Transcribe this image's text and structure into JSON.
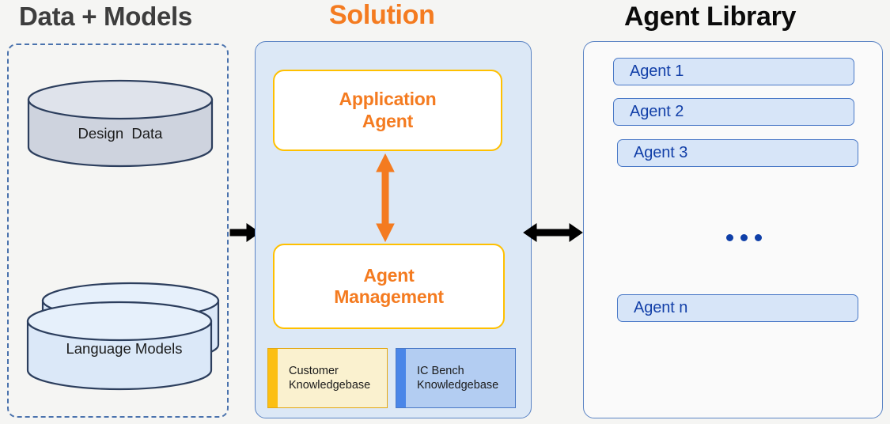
{
  "columns": {
    "data": {
      "title": "Data + Models"
    },
    "solution": {
      "title": "Solution"
    },
    "library": {
      "title": "Agent Library"
    }
  },
  "data_panel": {
    "cylinders": [
      {
        "label": "Design  Data",
        "fill": "#ced3de",
        "stroke": "#2c3e5d",
        "style": "single"
      },
      {
        "label": "Language Models",
        "fill": "#dbe8f8",
        "stroke": "#2c3e5d",
        "style": "stacked"
      }
    ]
  },
  "solution_panel": {
    "background": "#dce8f6",
    "border": "#5b84c4",
    "boxes": [
      {
        "label": "Application\nAgent",
        "text_color": "#f47b20",
        "border_color": "#ffc000"
      },
      {
        "label": "Agent\nManagement",
        "text_color": "#f47b20",
        "border_color": "#ffc000"
      }
    ],
    "connector": {
      "name": "vertical-double-arrow",
      "color": "#f47b20"
    },
    "knowledgebases": [
      {
        "label": "Customer\nKnowledgebase",
        "fill": "#faf1cf",
        "bar_color": "#fcbf12",
        "border_color": "#e3a813"
      },
      {
        "label": "IC Bench\nKnowledgebase",
        "fill": "#b3cdf2",
        "bar_color": "#4a86e8",
        "border_color": "#4a79c7"
      }
    ]
  },
  "library_panel": {
    "background": "#fafafa",
    "border": "#5b84c4",
    "agents": [
      {
        "label": "Agent 1"
      },
      {
        "label": "Agent 2"
      },
      {
        "label": "Agent 3"
      },
      {
        "label": "Agent n"
      }
    ],
    "ellipsis": {
      "name": "three-dots",
      "color": "#0f3fa8",
      "count": 3
    }
  },
  "connectors": [
    {
      "name": "data-to-solution",
      "direction": "right",
      "color": "#000000"
    },
    {
      "name": "solution-to-library",
      "direction": "both",
      "color": "#000000"
    }
  ],
  "theme": {
    "background": "#f5f5f3",
    "orange": "#f47b20",
    "amber": "#ffc000",
    "blue": "#123fa8",
    "panel_blue": "#5b84c4"
  }
}
